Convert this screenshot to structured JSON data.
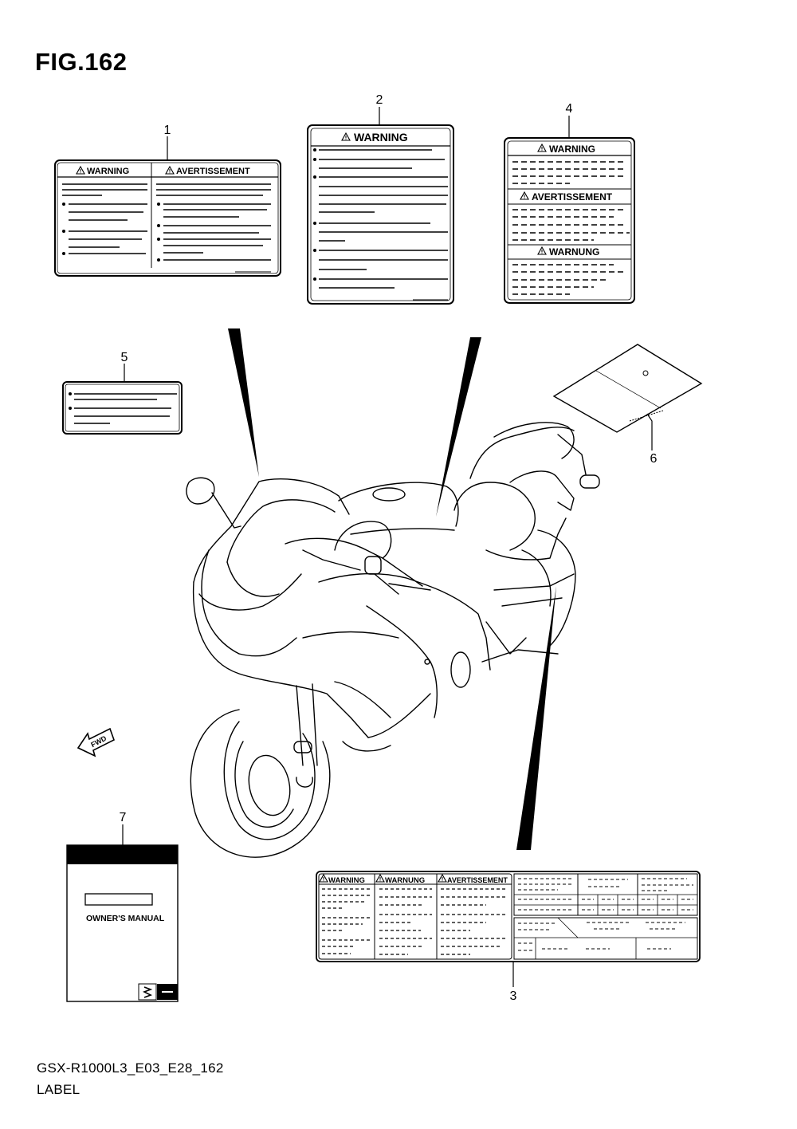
{
  "figure": {
    "title": "FIG.162",
    "model_code": "GSX-R1000L3_E03_E28_162",
    "section": "LABEL"
  },
  "callouts": {
    "n1": "1",
    "n2": "2",
    "n3": "3",
    "n4": "4",
    "n5": "5",
    "n6": "6",
    "n7": "7"
  },
  "labels": {
    "l1_warning": "WARNING",
    "l1_avert": "AVERTISSEMENT",
    "l2_warning": "WARNING",
    "l4_warning": "WARNING",
    "l4_avert": "AVERTISSEMENT",
    "l4_warnung": "WARNUNG",
    "l3_warning": "WARNING",
    "l3_warnung": "WARNUNG",
    "l3_avert": "AVERTISSEMENT",
    "manual_title": "OWNER'S MANUAL",
    "fwd": "FWD"
  },
  "icons": [
    "warning-triangle-icon",
    "suzuki-logo-icon",
    "fwd-arrow-icon"
  ]
}
